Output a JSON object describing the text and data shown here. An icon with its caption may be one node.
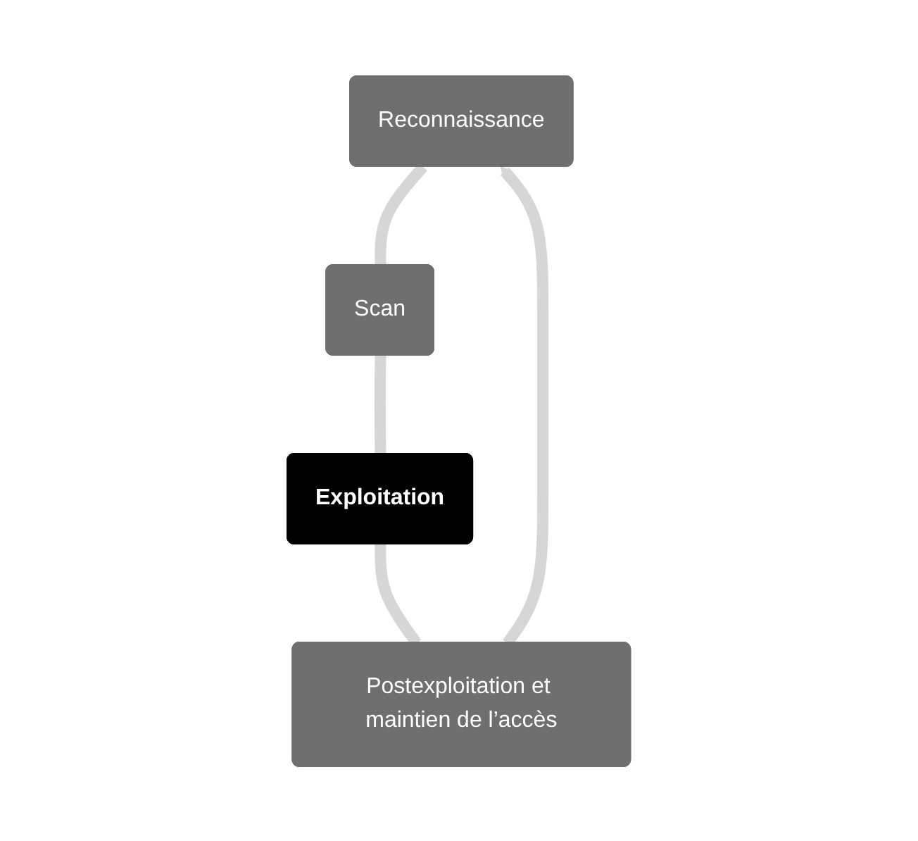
{
  "diagram": {
    "nodes": [
      {
        "text": [
          "Reconnaissance"
        ]
      },
      {
        "text": [
          "Scan"
        ]
      },
      {
        "text": [
          "Exploitation"
        ]
      },
      {
        "text": [
          "Postexploitation et maintien de l’accès"
        ]
      }
    ],
    "edges": [
      {
        "from": 0,
        "to": 1,
        "arrow": "none"
      },
      {
        "from": 1,
        "to": 2,
        "arrow": "none"
      },
      {
        "from": 2,
        "to": 3,
        "arrow": "none"
      },
      {
        "from": 3,
        "to": 0,
        "arrow": "to"
      }
    ]
  }
}
